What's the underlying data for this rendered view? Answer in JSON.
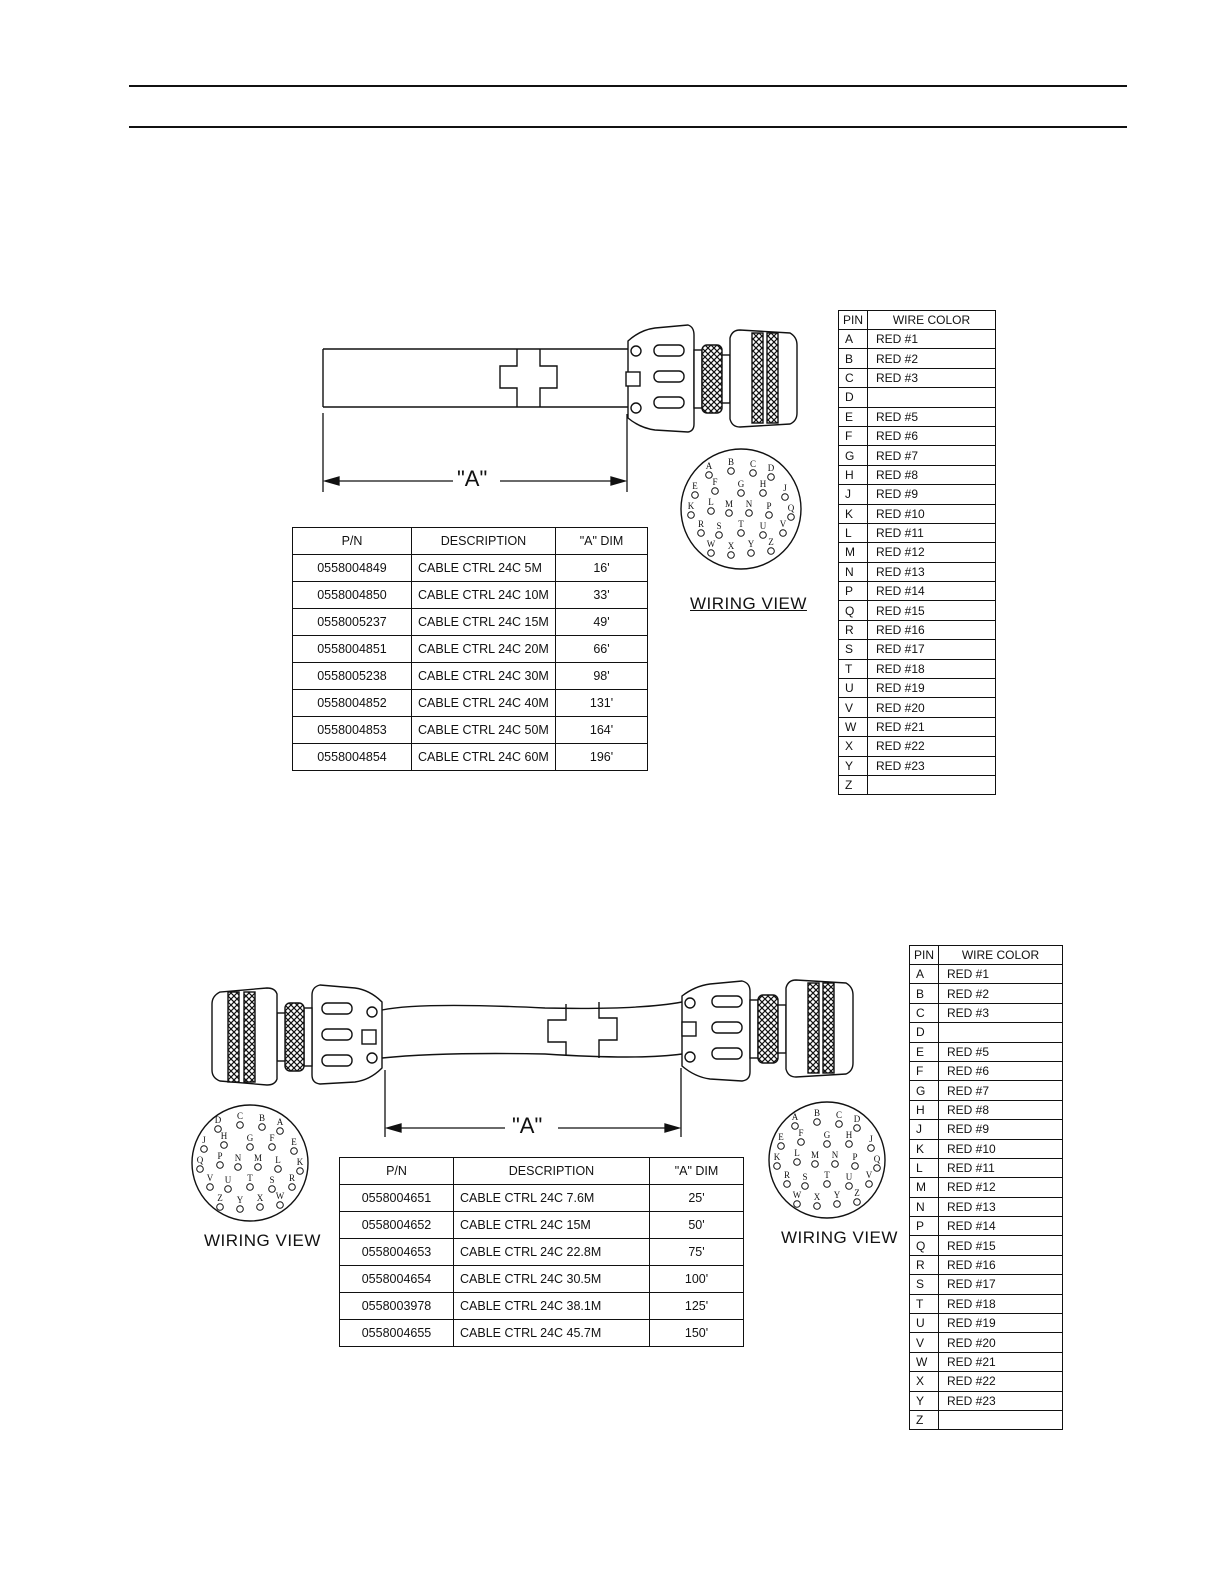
{
  "diagram1": {
    "dim_label": "\"A\"",
    "wiring_view_label": "WIRING VIEW",
    "connector_pins": [
      "A",
      "B",
      "C",
      "D",
      "E",
      "F",
      "G",
      "H",
      "J",
      "K",
      "L",
      "M",
      "N",
      "P",
      "Q",
      "R",
      "S",
      "T",
      "U",
      "V",
      "W",
      "X",
      "Y",
      "Z"
    ],
    "part_table": {
      "headers": [
        "P/N",
        "DESCRIPTION",
        "\"A\" DIM"
      ],
      "rows": [
        [
          "0558004849",
          "CABLE CTRL 24C 5M",
          "16'"
        ],
        [
          "0558004850",
          "CABLE CTRL 24C 10M",
          "33'"
        ],
        [
          "0558005237",
          "CABLE CTRL 24C 15M",
          "49'"
        ],
        [
          "0558004851",
          "CABLE CTRL 24C 20M",
          "66'"
        ],
        [
          "0558005238",
          "CABLE CTRL 24C 30M",
          "98'"
        ],
        [
          "0558004852",
          "CABLE CTRL 24C 40M",
          "131'"
        ],
        [
          "0558004853",
          "CABLE CTRL 24C 50M",
          "164'"
        ],
        [
          "0558004854",
          "CABLE CTRL 24C 60M",
          "196'"
        ]
      ]
    },
    "pin_table": {
      "headers": [
        "PIN",
        "WIRE COLOR"
      ],
      "rows": [
        [
          "A",
          "RED #1"
        ],
        [
          "B",
          "RED #2"
        ],
        [
          "C",
          "RED #3"
        ],
        [
          "D",
          ""
        ],
        [
          "E",
          "RED #5"
        ],
        [
          "F",
          "RED #6"
        ],
        [
          "G",
          "RED #7"
        ],
        [
          "H",
          "RED #8"
        ],
        [
          "J",
          "RED #9"
        ],
        [
          "K",
          "RED #10"
        ],
        [
          "L",
          "RED #11"
        ],
        [
          "M",
          "RED #12"
        ],
        [
          "N",
          "RED #13"
        ],
        [
          "P",
          "RED #14"
        ],
        [
          "Q",
          "RED #15"
        ],
        [
          "R",
          "RED #16"
        ],
        [
          "S",
          "RED #17"
        ],
        [
          "T",
          "RED #18"
        ],
        [
          "U",
          "RED #19"
        ],
        [
          "V",
          "RED #20"
        ],
        [
          "W",
          "RED #21"
        ],
        [
          "X",
          "RED #22"
        ],
        [
          "Y",
          "RED #23"
        ],
        [
          "Z",
          ""
        ]
      ]
    }
  },
  "diagram2": {
    "dim_label": "\"A\"",
    "wiring_view_left_label": "WIRING VIEW",
    "wiring_view_right_label": "WIRING VIEW",
    "left_connector_pins": [
      "D",
      "C",
      "B",
      "A",
      "J",
      "H",
      "G",
      "F",
      "E",
      "Q",
      "P",
      "N",
      "M",
      "L",
      "K",
      "V",
      "U",
      "T",
      "S",
      "R",
      "Z",
      "Y",
      "X",
      "W"
    ],
    "right_connector_pins": [
      "A",
      "B",
      "C",
      "D",
      "E",
      "F",
      "G",
      "H",
      "J",
      "K",
      "L",
      "M",
      "N",
      "P",
      "Q",
      "R",
      "S",
      "T",
      "U",
      "V",
      "W",
      "X",
      "Y",
      "Z"
    ],
    "part_table": {
      "headers": [
        "P/N",
        "DESCRIPTION",
        "\"A\" DIM"
      ],
      "rows": [
        [
          "0558004651",
          "CABLE CTRL 24C   7.6M",
          "25'"
        ],
        [
          "0558004652",
          "CABLE CTRL 24C   15M",
          "50'"
        ],
        [
          "0558004653",
          "CABLE CTRL 24C   22.8M",
          "75'"
        ],
        [
          "0558004654",
          "CABLE CTRL 24C   30.5M",
          "100'"
        ],
        [
          "0558003978",
          "CABLE CTRL 24C   38.1M",
          "125'"
        ],
        [
          "0558004655",
          "CABLE CTRL 24C   45.7M",
          "150'"
        ]
      ]
    },
    "pin_table": {
      "headers": [
        "PIN",
        "WIRE COLOR"
      ],
      "rows": [
        [
          "A",
          "RED #1"
        ],
        [
          "B",
          "RED #2"
        ],
        [
          "C",
          "RED #3"
        ],
        [
          "D",
          ""
        ],
        [
          "E",
          "RED #5"
        ],
        [
          "F",
          "RED #6"
        ],
        [
          "G",
          "RED #7"
        ],
        [
          "H",
          "RED #8"
        ],
        [
          "J",
          "RED #9"
        ],
        [
          "K",
          "RED #10"
        ],
        [
          "L",
          "RED #11"
        ],
        [
          "M",
          "RED #12"
        ],
        [
          "N",
          "RED #13"
        ],
        [
          "P",
          "RED #14"
        ],
        [
          "Q",
          "RED #15"
        ],
        [
          "R",
          "RED #16"
        ],
        [
          "S",
          "RED #17"
        ],
        [
          "T",
          "RED #18"
        ],
        [
          "U",
          "RED #19"
        ],
        [
          "V",
          "RED #20"
        ],
        [
          "W",
          "RED #21"
        ],
        [
          "X",
          "RED #22"
        ],
        [
          "Y",
          "RED #23"
        ],
        [
          "Z",
          ""
        ]
      ]
    }
  }
}
